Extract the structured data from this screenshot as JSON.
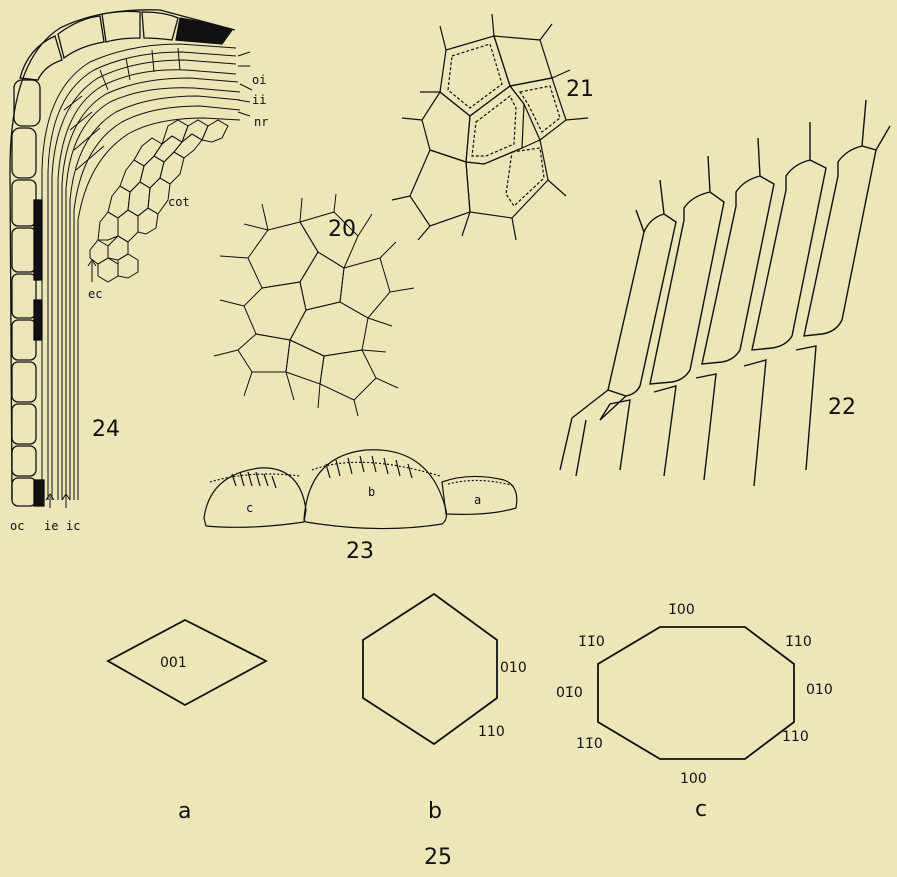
{
  "figures": {
    "fig20": {
      "number": "20"
    },
    "fig21": {
      "number": "21"
    },
    "fig22": {
      "number": "22"
    },
    "fig23": {
      "number": "23",
      "part_labels": [
        "c",
        "b",
        "a"
      ]
    },
    "fig24": {
      "number": "24",
      "labels": {
        "oi": "oi",
        "ii": "ii",
        "nr": "nr",
        "cot": "cot",
        "ec": "ec",
        "oc": "oc",
        "ie": "ie",
        "ic": "ic"
      }
    },
    "fig25": {
      "number": "25",
      "a": {
        "letter": "a",
        "face": "001"
      },
      "b": {
        "letter": "b",
        "faces": [
          "010",
          "110"
        ]
      },
      "c": {
        "letter": "c",
        "faces": {
          "top": "1̄00",
          "top_left": "1̄1̄0",
          "top_right": "1̄10",
          "right": "010",
          "left": "01̄0",
          "bottom_left": "11̄0",
          "bottom_right": "110",
          "bottom": "100"
        }
      }
    }
  },
  "palette": {
    "paper": "#ece6b8",
    "ink": "#111111"
  }
}
